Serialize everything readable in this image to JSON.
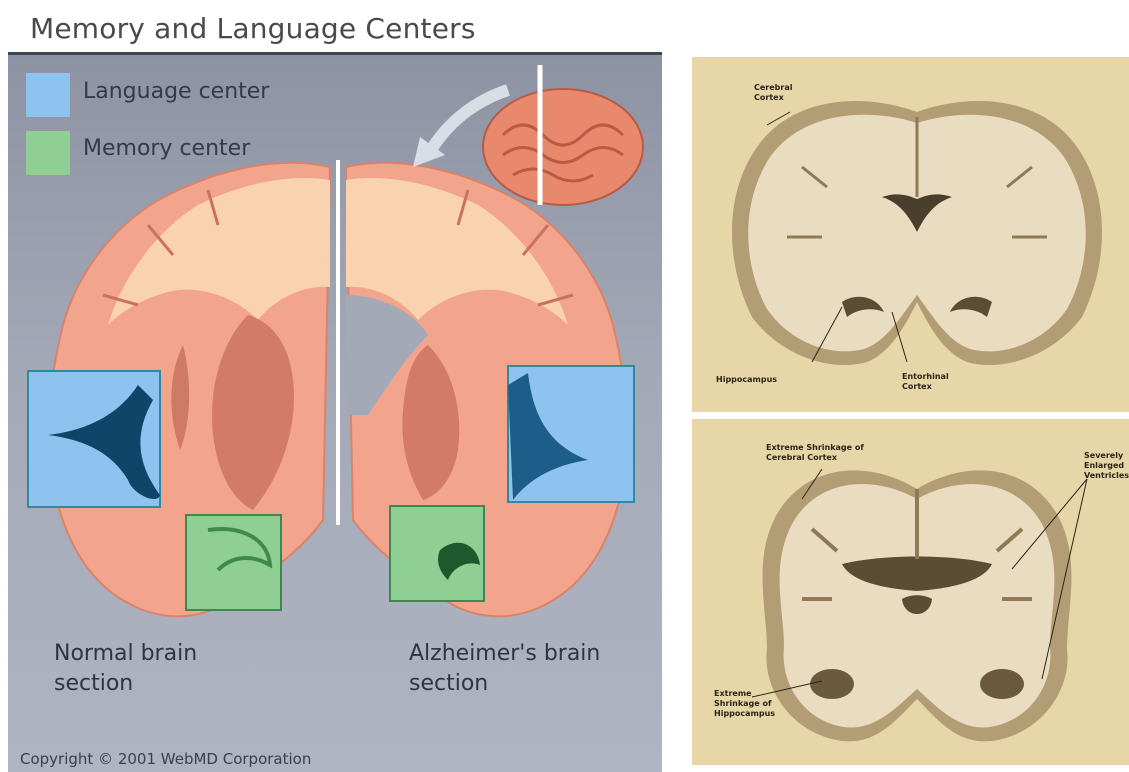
{
  "title": "Memory and Language Centers",
  "legend": {
    "language": {
      "label": "Language center",
      "color": "#8fc3ef"
    },
    "memory": {
      "label": "Memory center",
      "color": "#8fcf93"
    }
  },
  "captions": {
    "normal": "Normal brain\nsection",
    "alzheimers": "Alzheimer's brain\nsection"
  },
  "copyright": "Copyright © 2001 WebMD Corporation",
  "photo_top": {
    "labels": {
      "cerebral_cortex": "Cerebral\nCortex",
      "hippocampus": "Hippocampus",
      "entorhinal_cortex": "Entorhinal\nCortex"
    }
  },
  "photo_bottom": {
    "labels": {
      "shrinkage_cortex": "Extreme Shrinkage of\nCerebral Cortex",
      "ventricles": "Severely\nEnlarged\nVentricles",
      "shrinkage_hippocampus": "Extreme\nShrinkage of\nHippocampus"
    }
  }
}
